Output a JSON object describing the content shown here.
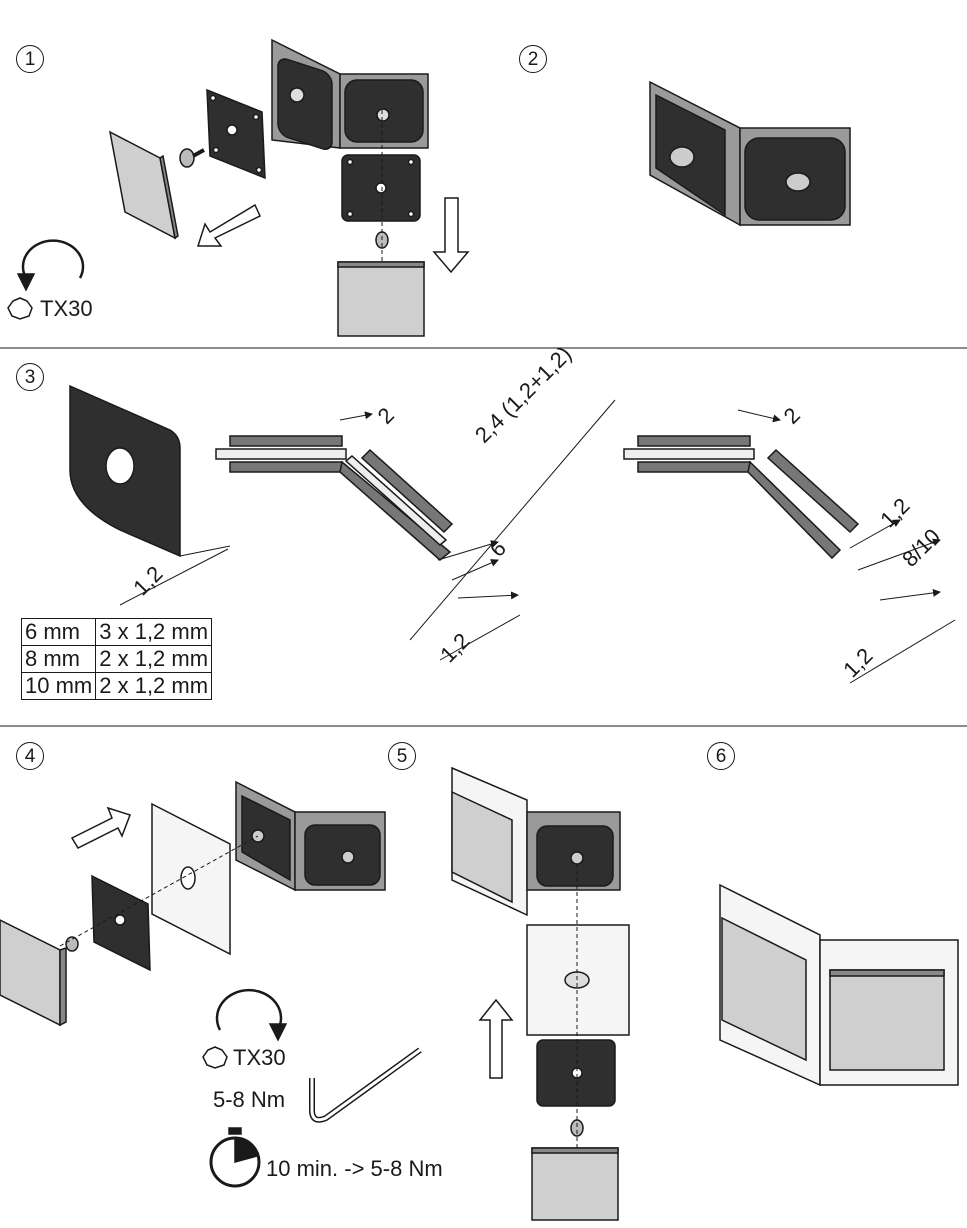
{
  "steps": [
    "1",
    "2",
    "3",
    "4",
    "5",
    "6"
  ],
  "tool": {
    "step1_driver": "TX30",
    "step4_driver": "TX30",
    "step4_torque": "5-8 Nm",
    "step4_timer": "10 min. -> 5-8 Nm"
  },
  "dimensions": {
    "gap_left": "2",
    "gap_right": "2",
    "gasket_thickness": "1,2",
    "stack_total": "2,4 (1,2+1,2)",
    "glass_left": "6",
    "left_bottom": "1,2",
    "right_top": "1,2",
    "glass_right": "8/10",
    "right_bottom": "1,2"
  },
  "gasket_table": {
    "rows": [
      [
        "6 mm",
        "3 x 1,2 mm"
      ],
      [
        "8 mm",
        "2 x 1,2 mm"
      ],
      [
        "10 mm",
        "2 x 1,2 mm"
      ]
    ]
  },
  "colors": {
    "line": "#1a1a1a",
    "dark_part": "#2f2f2f",
    "grey_part": "#c9c9c9",
    "metal": "#9a9a9a"
  }
}
